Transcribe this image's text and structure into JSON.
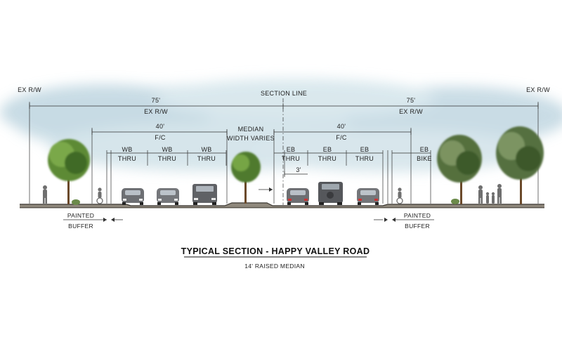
{
  "labels": {
    "ex_rw_left": "EX R/W",
    "ex_rw_right": "EX R/W",
    "section_line": "SECTION LINE",
    "left_width_ft": "75'",
    "left_width_label": "EX R/W",
    "right_width_ft": "75'",
    "right_width_label": "EX R/W",
    "left_fc_ft": "40'",
    "left_fc_label": "F/C",
    "right_fc_ft": "40'",
    "right_fc_label": "F/C",
    "median_l1": "MEDIAN",
    "median_l2": "WIDTH VARIES",
    "offset_ft": "3'",
    "painted_buffer_left_l1": "PAINTED",
    "painted_buffer_left_l2": "BUFFER",
    "painted_buffer_right_l1": "PAINTED",
    "painted_buffer_right_l2": "BUFFER"
  },
  "lanes": [
    {
      "line1": "WB",
      "line2": "THRU"
    },
    {
      "line1": "WB",
      "line2": "THRU"
    },
    {
      "line1": "WB",
      "line2": "THRU"
    },
    {
      "line1": "EB",
      "line2": "THRU"
    },
    {
      "line1": "EB",
      "line2": "THRU"
    },
    {
      "line1": "EB",
      "line2": "THRU"
    },
    {
      "line1": "EB",
      "line2": "BIKE"
    }
  ],
  "title": "TYPICAL SECTION - HAPPY VALLEY ROAD",
  "subtitle": "14' RAISED MEDIAN",
  "colors": {
    "sky": "#c9dde6",
    "ground": "#8a8276",
    "tree_green": "#4f7a2e",
    "trunk": "#6b4a2b",
    "vehicle": "#6d6f73"
  }
}
